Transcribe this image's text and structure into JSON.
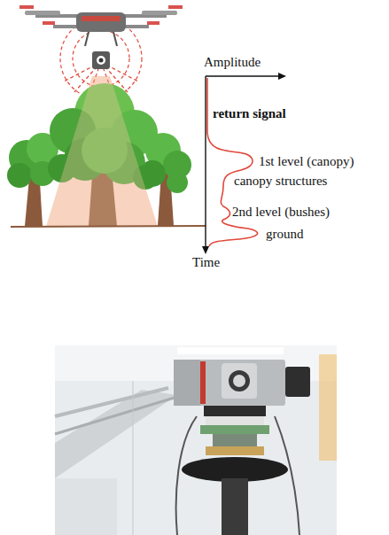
{
  "diagram": {
    "labels": [
      "Amplitude",
      "return signal",
      "1st level (canopy)",
      "canopy structures",
      "2nd level (bushes)",
      "ground",
      "Time"
    ]
  }
}
